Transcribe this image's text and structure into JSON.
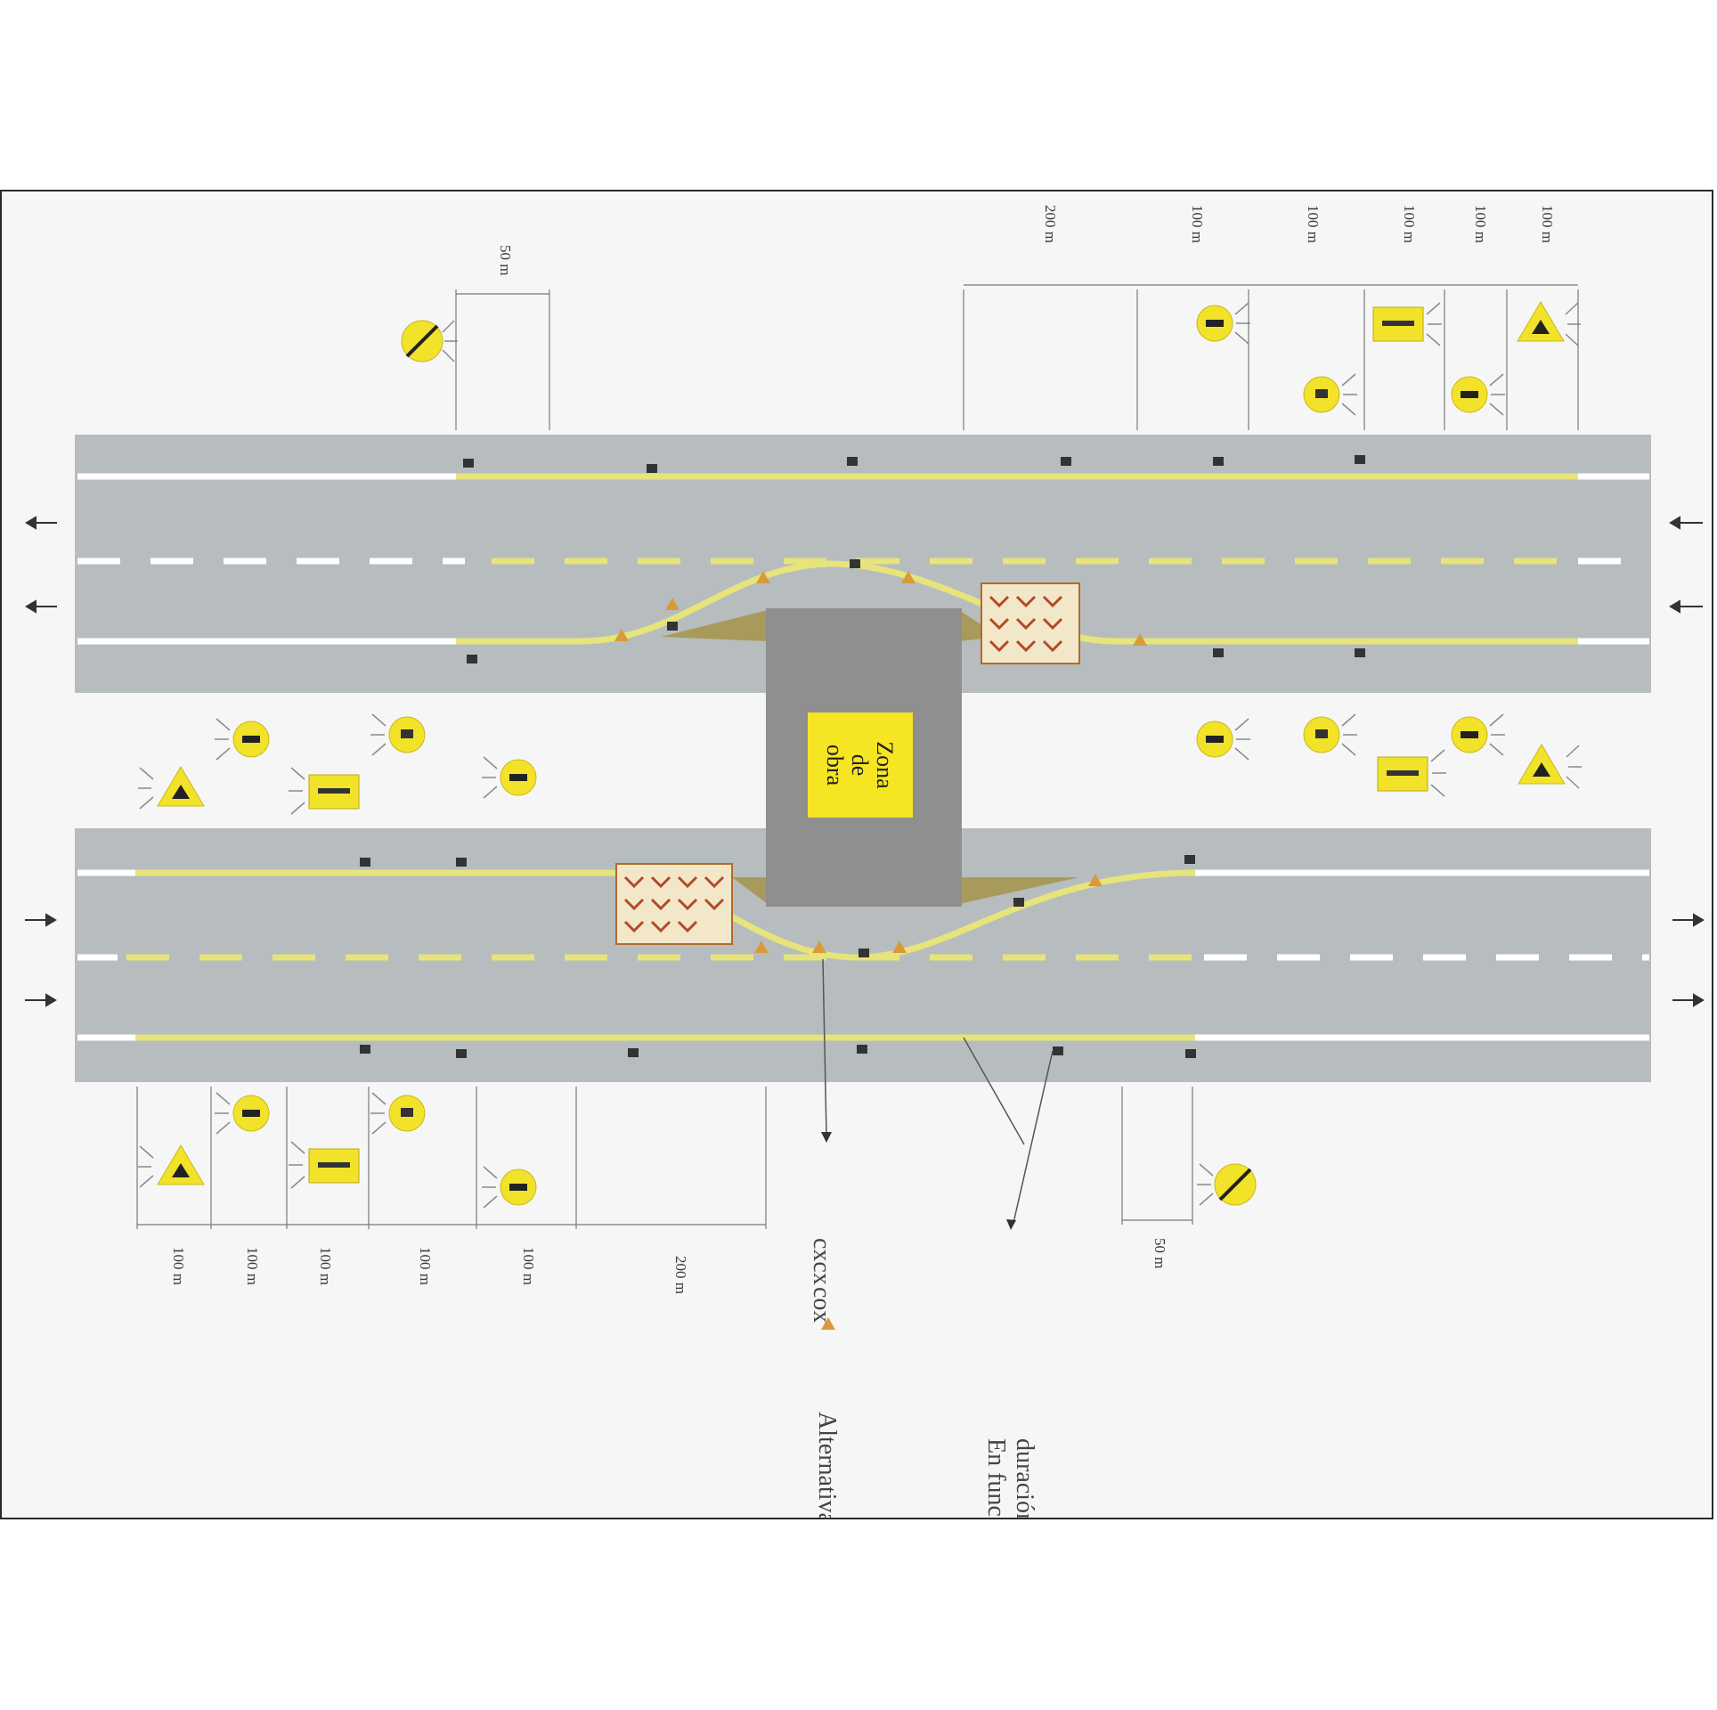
{
  "zone": {
    "line1": "Zona",
    "line2": "de",
    "line3": "obra"
  },
  "top_dimensions": [
    "50 m",
    "200 m",
    "100 m",
    "100 m",
    "100 m",
    "100 m",
    "100 m"
  ],
  "bottom_dimensions": [
    "100 m",
    "100 m",
    "100 m",
    "100 m",
    "100 m",
    "200 m",
    "50 m"
  ],
  "notes": {
    "alternative": "Alternativa:",
    "alt_line1": "cxcx",
    "alt_line2": "cox",
    "duration_line1": "En función de la",
    "duration_line2": "duración de la obra"
  },
  "colors": {
    "road": "#b7bdbf",
    "yellow_marking": "#e6e47a",
    "sign_yellow": "#f2e22a",
    "work_zone": "#8e8f8e"
  }
}
